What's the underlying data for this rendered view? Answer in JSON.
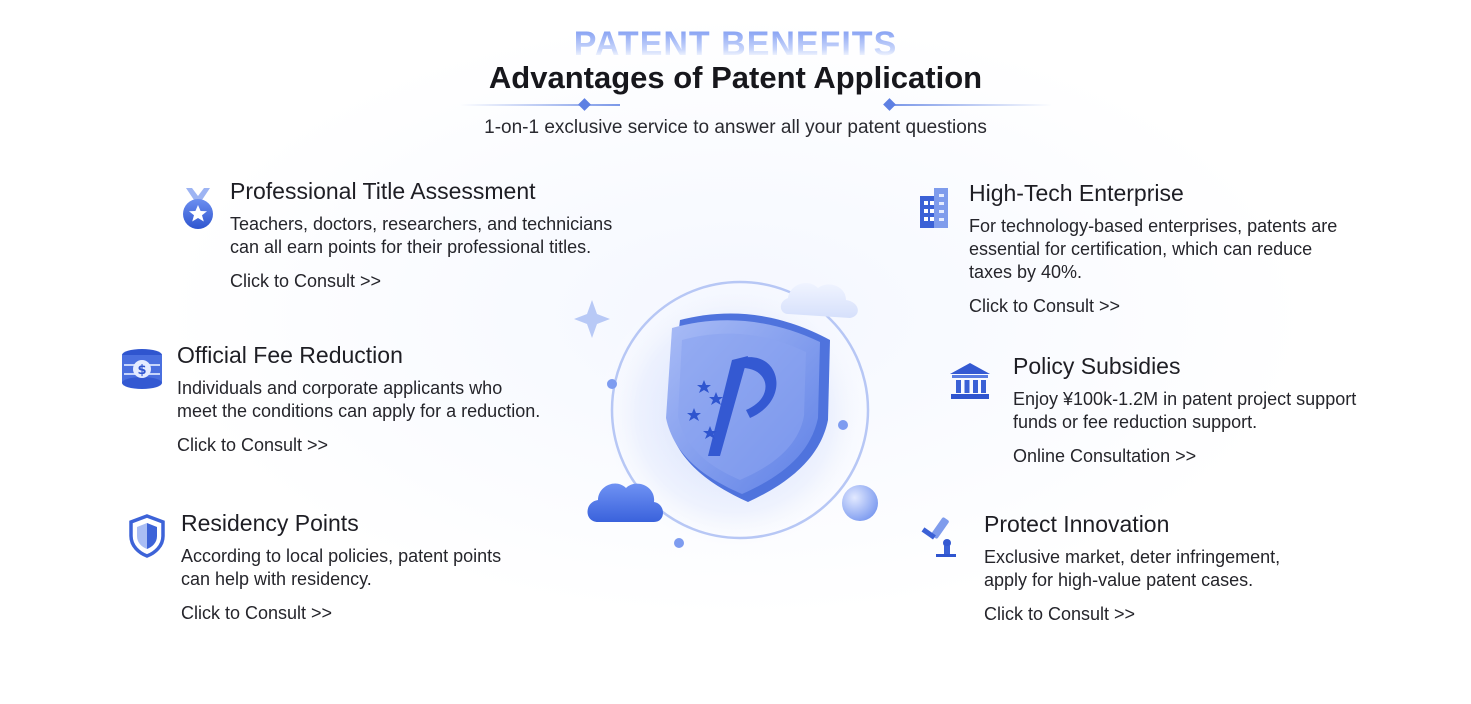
{
  "header": {
    "eyebrow": "PATENT BENEFITS",
    "title": "Advantages of Patent Application",
    "subtitle": "1-on-1 exclusive service to answer all your patent questions"
  },
  "colors": {
    "accent": "#4f74e0",
    "accent_light": "#c9d6fb",
    "text": "#1f1f24"
  },
  "features": [
    {
      "icon": "medal-icon",
      "title": "Professional Title Assessment",
      "description_lines": [
        "Teachers, doctors, researchers, and technicians",
        "can all earn points for their professional titles."
      ],
      "link": "Click to Consult >>"
    },
    {
      "icon": "coin-stack-icon",
      "title": "Official Fee Reduction",
      "description_lines": [
        "Individuals and corporate applicants who",
        "meet the conditions can apply for a reduction."
      ],
      "link": "Click to Consult >>"
    },
    {
      "icon": "shield-icon",
      "title": "Residency Points",
      "description_lines": [
        "According to local policies, patent points",
        "can help with residency."
      ],
      "link": "Click to Consult >>"
    },
    {
      "icon": "building-icon",
      "title": "High-Tech Enterprise",
      "description_lines": [
        "For technology-based enterprises, patents are",
        "essential for certification, which can reduce",
        "taxes by 40%."
      ],
      "link": "Click to Consult >>"
    },
    {
      "icon": "bank-icon",
      "title": "Policy Subsidies",
      "description_lines": [
        "Enjoy ¥100k-1.2M in patent project support",
        "funds or fee reduction support."
      ],
      "link": "Online Consultation >>"
    },
    {
      "icon": "microscope-icon",
      "title": "Protect Innovation",
      "description_lines": [
        "Exclusive market, deter infringement,",
        "apply for high-value patent cases."
      ],
      "link": "Click to Consult >>"
    }
  ],
  "illustration": {
    "icon": "patent-shield-icon"
  }
}
